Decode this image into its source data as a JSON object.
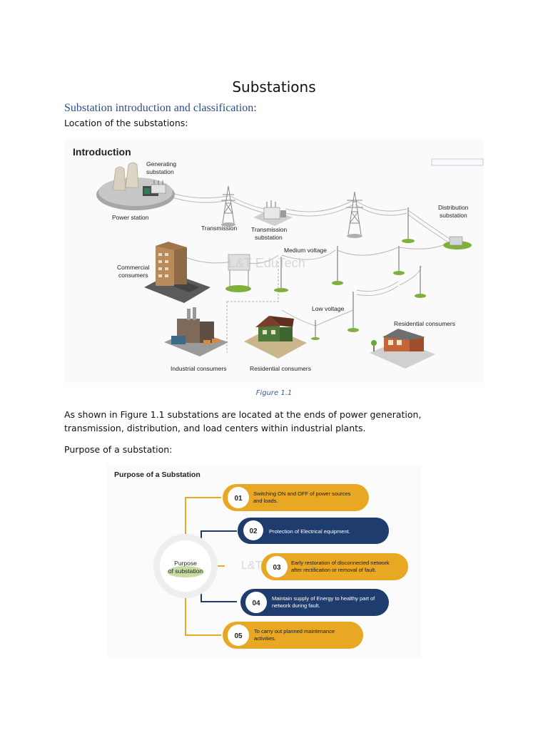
{
  "page": {
    "title": "Substations",
    "section_heading": "Substation introduction and classification:",
    "location_label": "Location of the substations:",
    "caption": "Figure 1.1",
    "paragraph": "As shown in Figure 1.1 substations are located at the ends of power generation, transmission, distribution, and load centers within industrial plants.",
    "purpose_label": "Purpose of a substation:"
  },
  "figure1": {
    "heading": "Introduction",
    "labels": {
      "generating_1": "Generating",
      "generating_2": "substation",
      "power_station": "Power station",
      "transmission": "Transmission",
      "transmission_sub_1": "Transmission",
      "transmission_sub_2": "substation",
      "distribution_1": "Distribution",
      "distribution_2": "substation",
      "medium_voltage": "Medium voltage",
      "commercial_1": "Commercial",
      "commercial_2": "consumers",
      "low_voltage": "Low voltage",
      "residential_right": "Residential consumers",
      "industrial": "Industrial consumers",
      "residential_left": "Residential consumers",
      "watermark": "L&T EduTech"
    }
  },
  "figure2": {
    "heading": "Purpose of a Substation",
    "center_1": "Purpose",
    "center_2": "of substation",
    "watermark": "L&T E",
    "items": [
      {
        "num": "01",
        "line1": "Switching ON and OFF of power sources",
        "line2": "and loads."
      },
      {
        "num": "02",
        "line1": "Protection of Electrical equipment.",
        "line2": ""
      },
      {
        "num": "03",
        "line1": "Early restoration of disconnected network",
        "line2": "after rectification or removal of fault."
      },
      {
        "num": "04",
        "line1": "Maintain supply of Energy to healthy part of",
        "line2": "network during fault."
      },
      {
        "num": "05",
        "line1": "To carry out planned maintenance",
        "line2": "activities."
      }
    ],
    "colors": {
      "gold": "#e8a823",
      "navy": "#1e3d6e"
    }
  }
}
